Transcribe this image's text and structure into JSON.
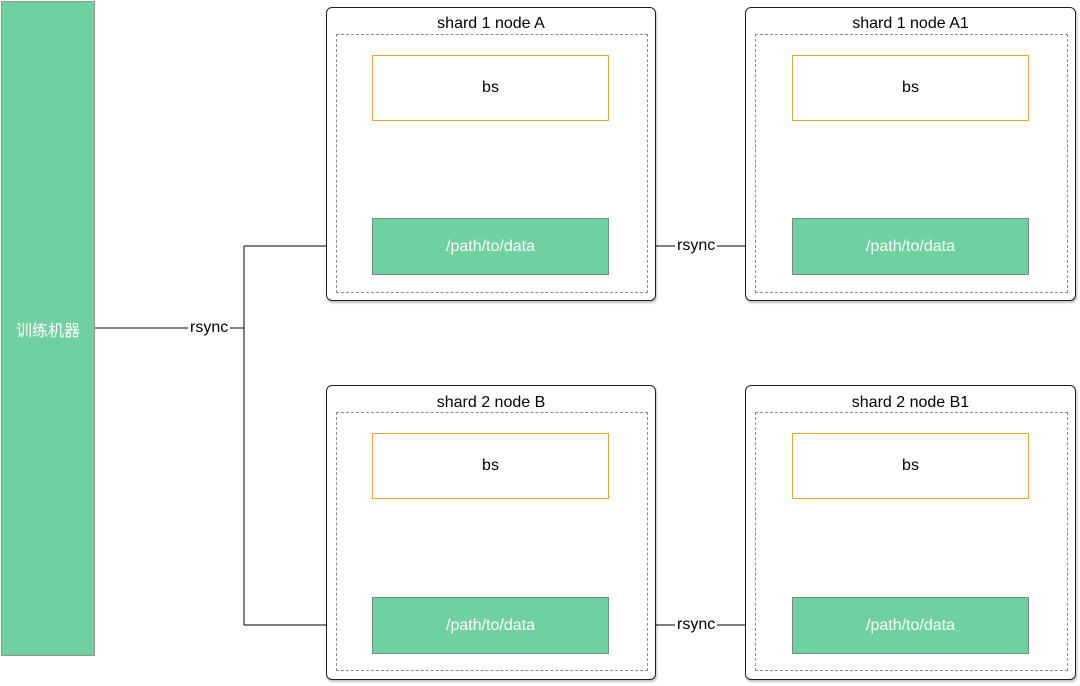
{
  "trainer": {
    "label": "训练机器"
  },
  "nodes": [
    {
      "title": "shard 1 node A",
      "bs": "bs",
      "data": "/path/to/data"
    },
    {
      "title": "shard 1 node A1",
      "bs": "bs",
      "data": "/path/to/data"
    },
    {
      "title": "shard 2 node B",
      "bs": "bs",
      "data": "/path/to/data"
    },
    {
      "title": "shard 2 node B1",
      "bs": "bs",
      "data": "/path/to/data"
    }
  ],
  "edges": {
    "trainer_to_nodes": "rsync",
    "a_to_a1": "rsync",
    "b_to_b1": "rsync"
  },
  "colors": {
    "green": "#6fd19f",
    "orange": "#f0a030"
  }
}
